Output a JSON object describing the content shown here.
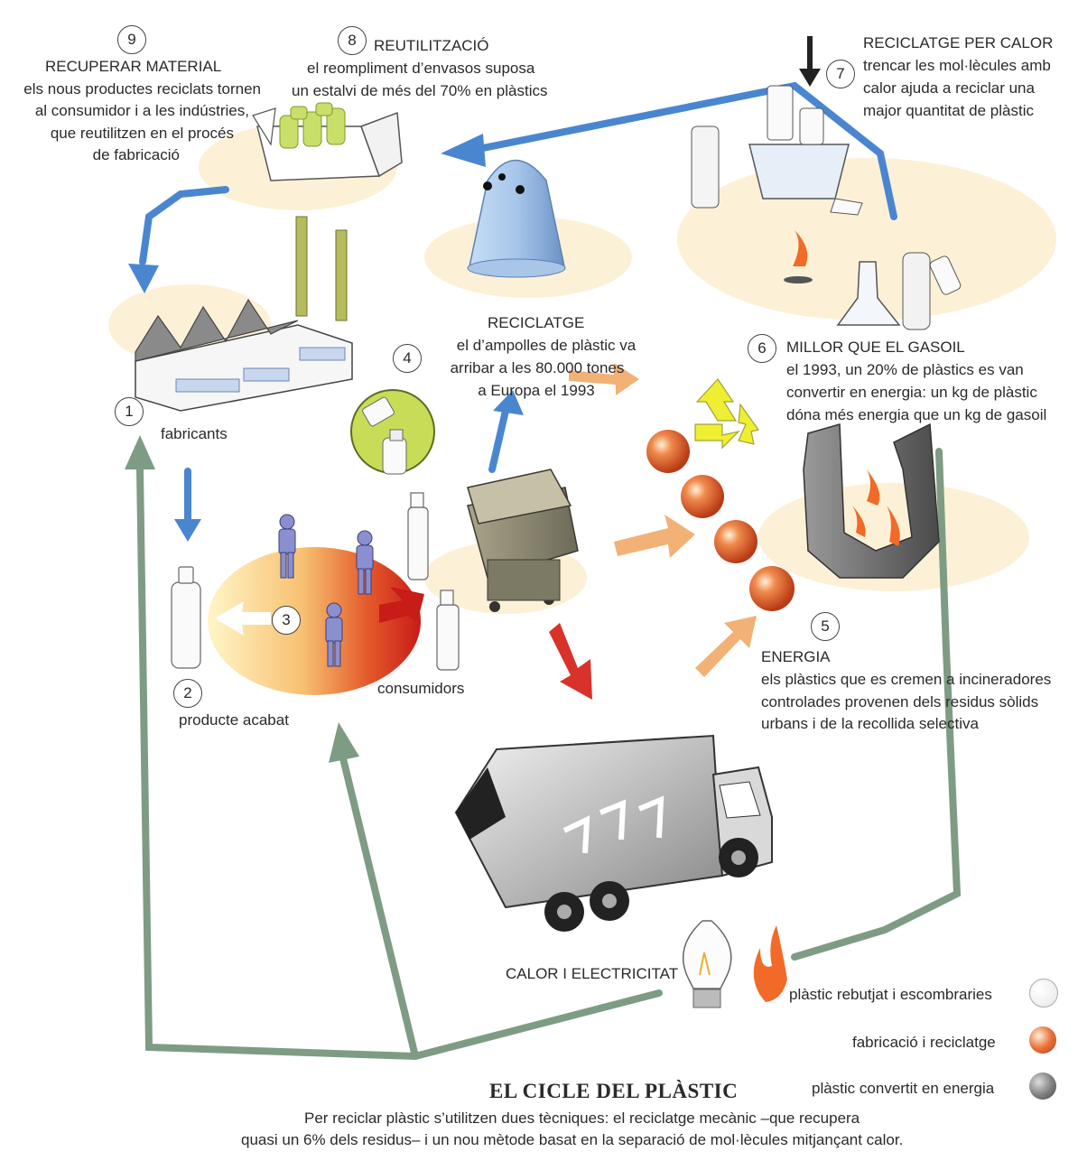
{
  "title": "EL CICLE DEL PLÀSTIC",
  "caption": [
    "Per reciclar plàstic s’utilitzen dues tècniques: el reciclatge mecànic –que recupera",
    "quasi un 6% dels residus– i un nou mètode basat en la separació de mol·lècules mitjançant calor."
  ],
  "steps": {
    "s1": {
      "num": "1",
      "label": "fabricants"
    },
    "s2": {
      "num": "2",
      "label": "producte acabat"
    },
    "s3": {
      "num": "3",
      "label": "consumidors"
    },
    "s4": {
      "num": "4"
    },
    "s5": {
      "num": "5",
      "heading": "ENERGIA",
      "lines": [
        "els plàstics que es cremen a incineradores",
        "controlades provenen dels residus sòlids",
        "urbans i de la recollida selectiva"
      ]
    },
    "s6": {
      "num": "6",
      "heading": "MILLOR QUE EL GASOIL",
      "lines": [
        "el 1993, un 20% de plàstics es van",
        "convertir en energia: un kg de plàstic",
        "dóna més energia que un kg de gasoil"
      ]
    },
    "s7": {
      "num": "7",
      "heading": "RECICLATGE PER CALOR",
      "lines": [
        "trencar les mol·lècules amb",
        "calor ajuda a reciclar una",
        "major quantitat de plàstic"
      ]
    },
    "s8": {
      "num": "8",
      "heading": "REUTILITZACIÓ",
      "lines": [
        "el reompliment d’envasos suposa",
        "un estalvi de més del 70% en plàstics"
      ]
    },
    "s9": {
      "num": "9",
      "heading": "RECUPERAR MATERIAL",
      "lines": [
        "els nous productes reciclats tornen",
        "al consumidor i a les indústries,",
        "que reutilitzen en el procés",
        "de fabricació"
      ]
    }
  },
  "recycling": {
    "heading": "RECICLATGE",
    "lines": [
      "el d’ampolles de plàstic va",
      "arribar a les 80.000 tones",
      "a Europa el 1993"
    ]
  },
  "heat_label": "CALOR I ELECTRICITAT",
  "legend": [
    {
      "label": "plàstic rebutjat i escombraries",
      "color": "#ffffff"
    },
    {
      "label": "fabricació i reciclatge",
      "color": "#e8733a"
    },
    {
      "label": "plàstic convertit en energia",
      "color": "#7d7d7d"
    }
  ],
  "colors": {
    "blue_arrow": "#4a86d0",
    "green_arrow": "#7e9c83",
    "orange_arrow": "#f1a866",
    "red_arrow": "#d8322a"
  }
}
